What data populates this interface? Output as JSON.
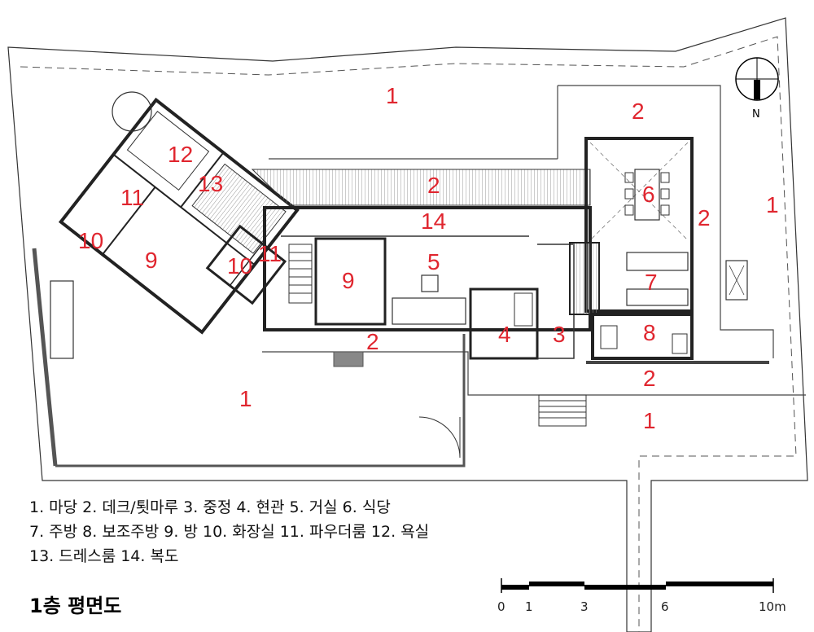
{
  "rooms": [
    {
      "id": "r1a",
      "text": "1"
    },
    {
      "id": "r1b",
      "text": "1"
    },
    {
      "id": "r1c",
      "text": "1"
    },
    {
      "id": "r1d",
      "text": "1"
    },
    {
      "id": "r2a",
      "text": "2"
    },
    {
      "id": "r2b",
      "text": "2"
    },
    {
      "id": "r2c",
      "text": "2"
    },
    {
      "id": "r2d",
      "text": "2"
    },
    {
      "id": "r2e",
      "text": "2"
    },
    {
      "id": "r3",
      "text": "3"
    },
    {
      "id": "r4",
      "text": "4"
    },
    {
      "id": "r5",
      "text": "5"
    },
    {
      "id": "r6",
      "text": "6"
    },
    {
      "id": "r7",
      "text": "7"
    },
    {
      "id": "r8",
      "text": "8"
    },
    {
      "id": "r9a",
      "text": "9"
    },
    {
      "id": "r9b",
      "text": "9"
    },
    {
      "id": "r10a",
      "text": "10"
    },
    {
      "id": "r10b",
      "text": "10"
    },
    {
      "id": "r11a",
      "text": "11"
    },
    {
      "id": "r11b",
      "text": "11"
    },
    {
      "id": "r12",
      "text": "12"
    },
    {
      "id": "r13",
      "text": "13"
    },
    {
      "id": "r14",
      "text": "14"
    }
  ],
  "legend": {
    "line1": "1. 마당  2. 데크/툇마루  3. 중정  4. 현관  5. 거실  6. 식당",
    "line2": "7. 주방  8. 보조주방  9. 방  10. 화장실  11. 파우더룸  12. 욕실",
    "line3": "13. 드레스룸  14. 복도"
  },
  "title": "1층 평면도",
  "north": "N",
  "scale_bar": {
    "ticks": [
      "0",
      "1",
      "3",
      "6",
      "10m"
    ]
  }
}
